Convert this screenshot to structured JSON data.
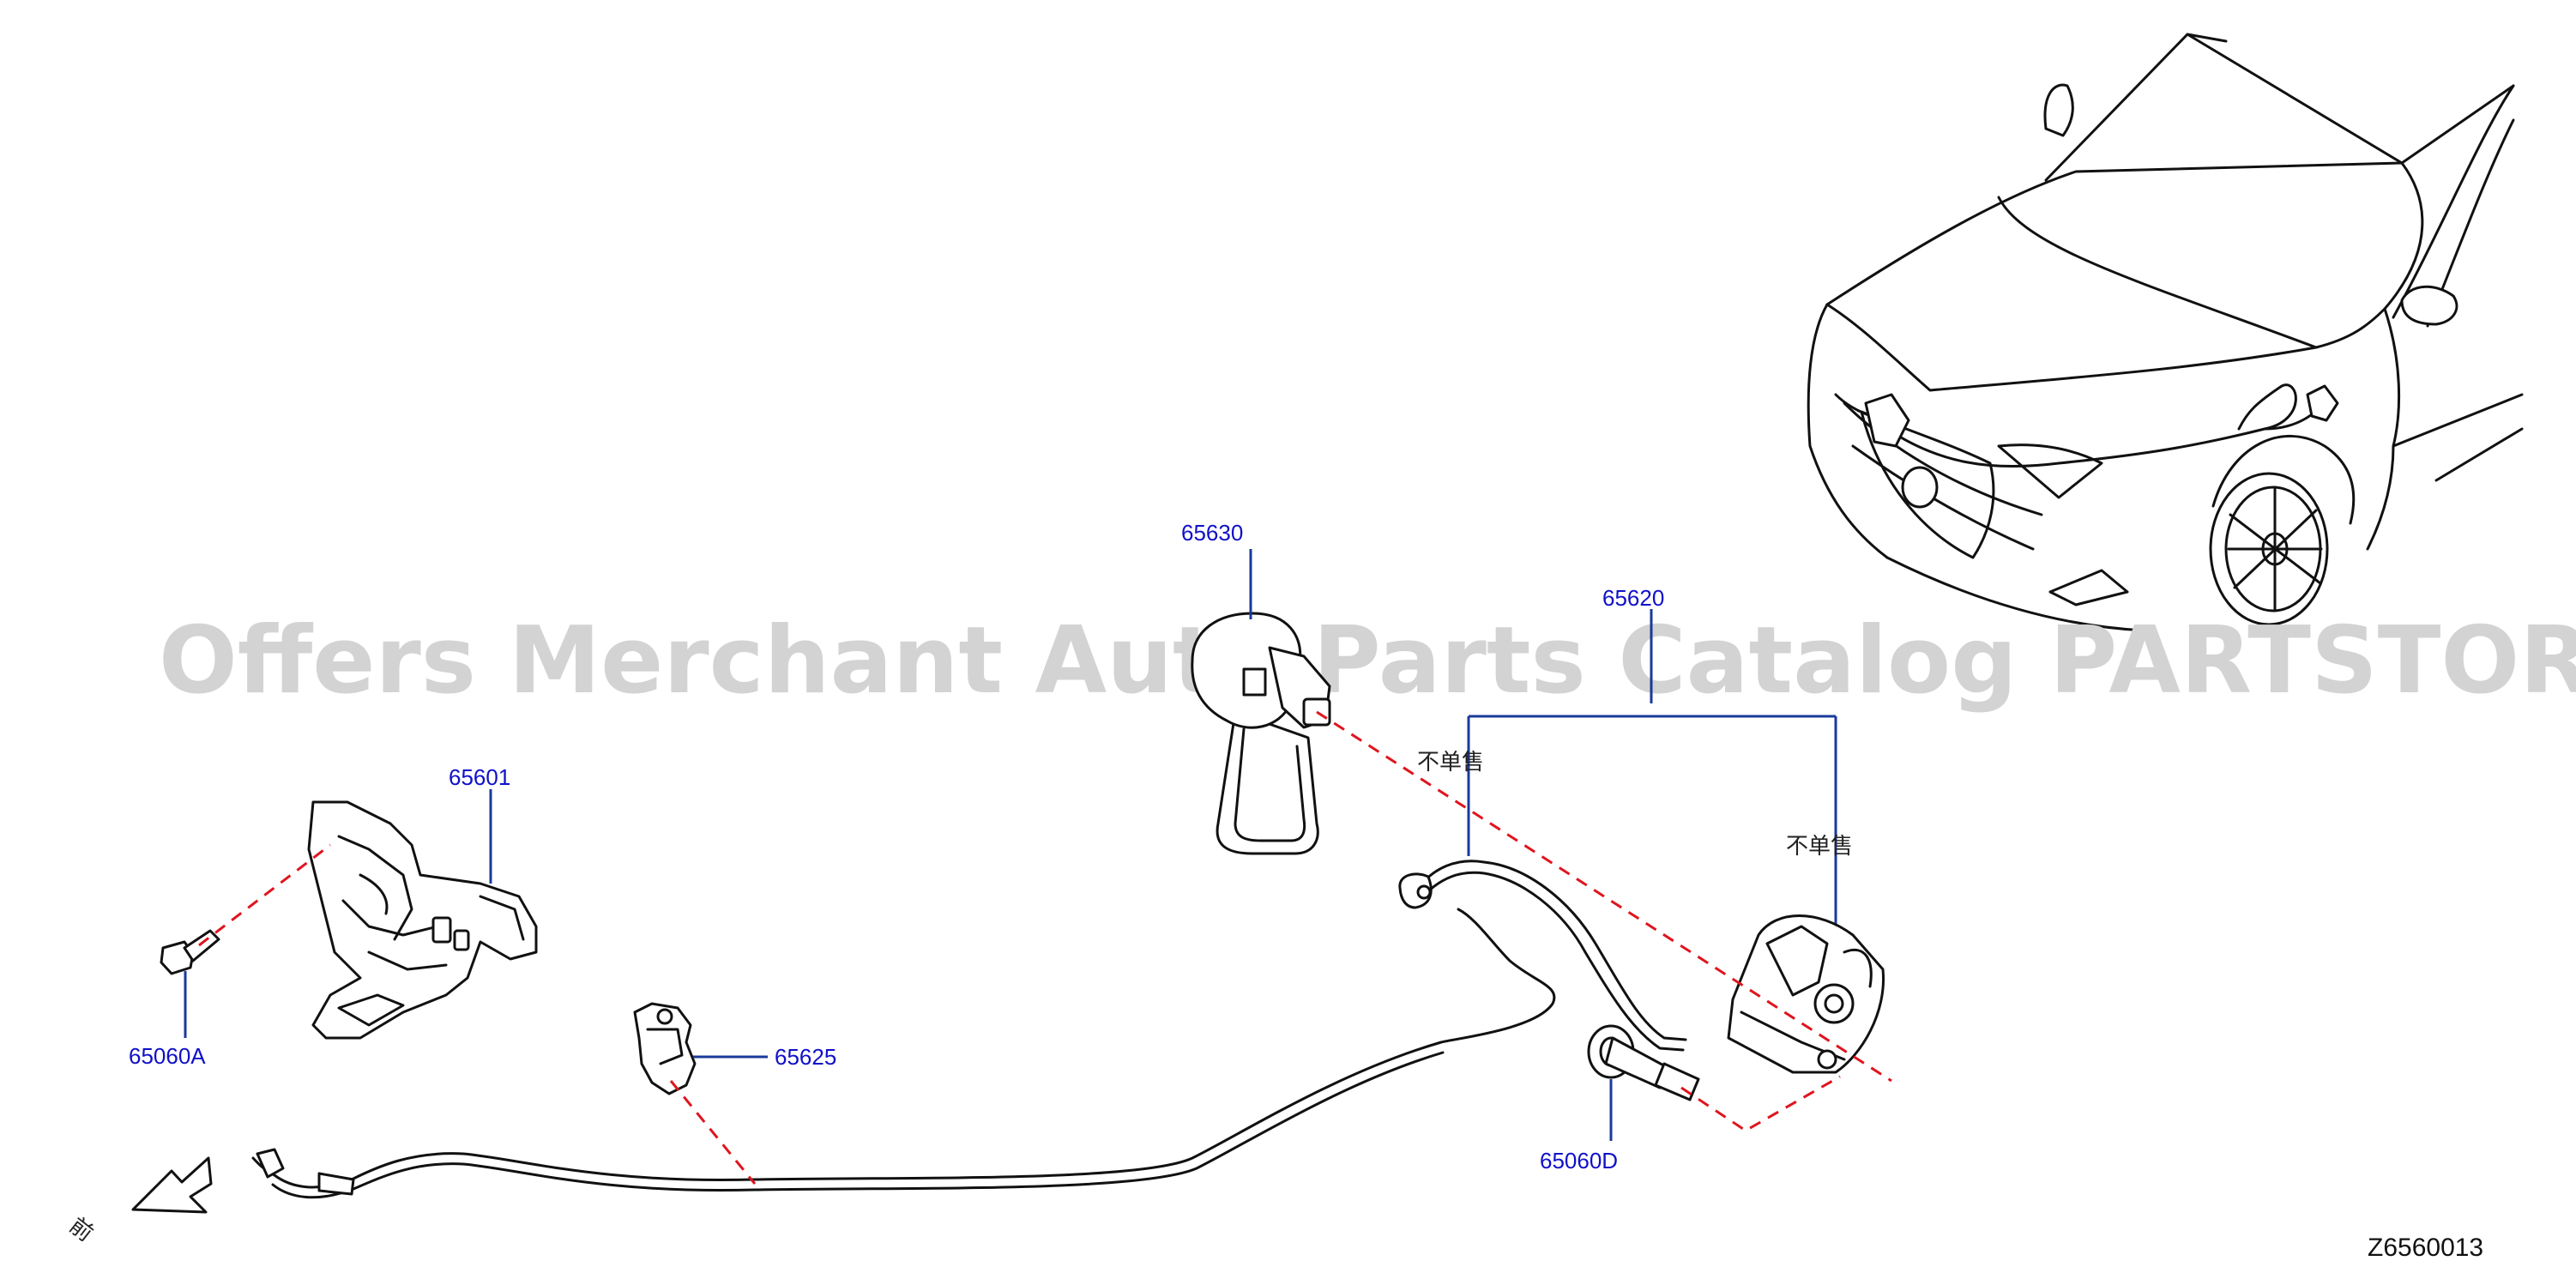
{
  "watermark": "Offers Merchant Auto Parts Catalog PARTSTORE.SA",
  "parts": {
    "p65630": "65630",
    "p65620": "65620",
    "p65601": "65601",
    "p65060A": "65060A",
    "p65625": "65625",
    "p65060D": "65060D"
  },
  "notes": {
    "not_sold_left": "不单售",
    "not_sold_right": "不单售"
  },
  "front_label": "前",
  "diagram_code": "Z6560013",
  "colors": {
    "part_number": "#1010c8",
    "leader_line": "#1a3a9a",
    "dashed_line": "#e0141e",
    "watermark": "#d3d3d3"
  }
}
